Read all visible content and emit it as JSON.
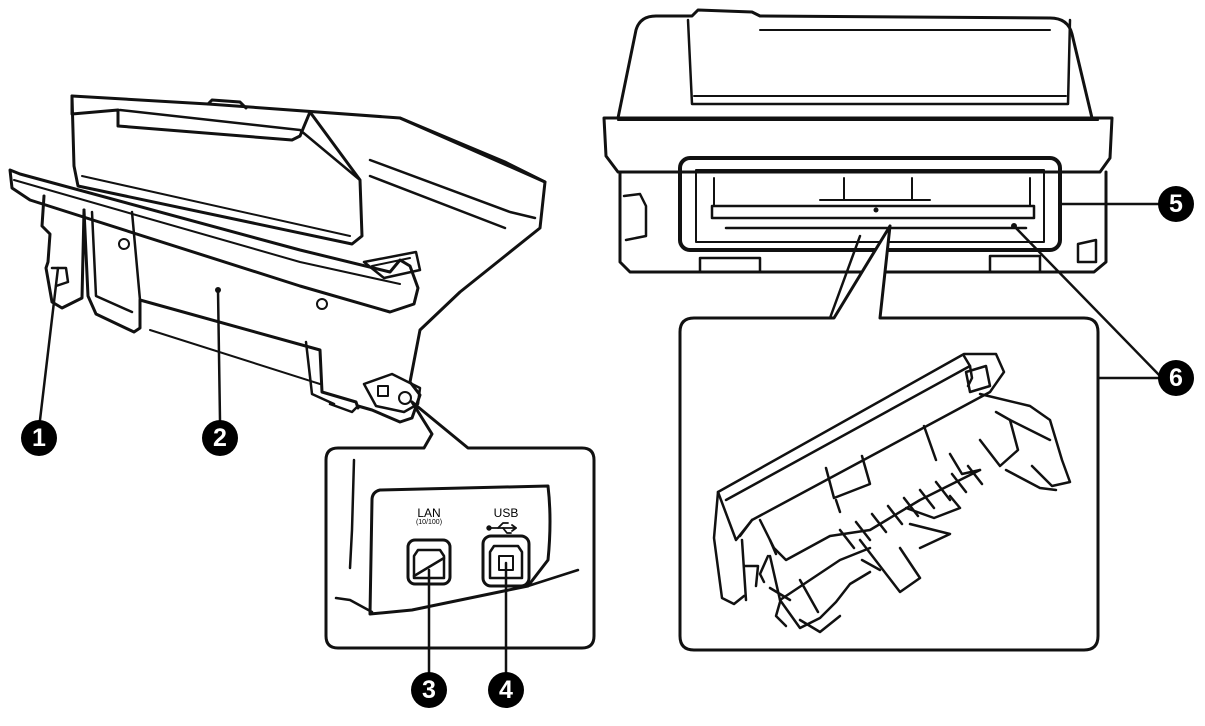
{
  "callouts": {
    "c1": "1",
    "c2": "2",
    "c3": "3",
    "c4": "4",
    "c5": "5",
    "c6": "6"
  },
  "port_labels": {
    "lan": "LAN",
    "lan_speed": "(10/100)",
    "usb": "USB"
  }
}
